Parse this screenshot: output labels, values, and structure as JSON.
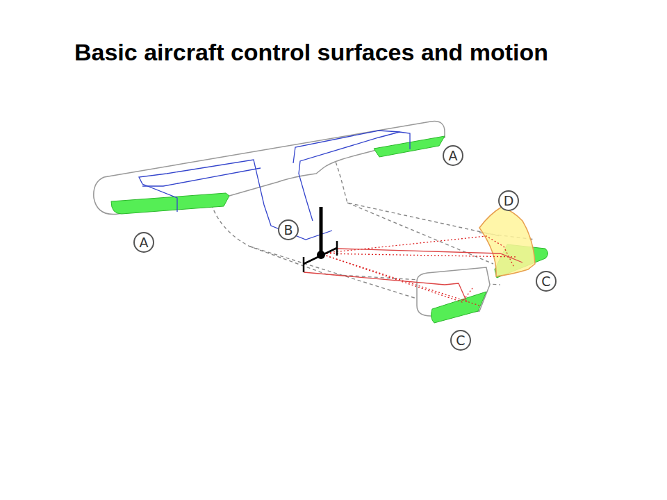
{
  "diagram": {
    "title": "Basic aircraft control surfaces and motion",
    "labels": [
      "A",
      "D",
      "B",
      "A",
      "C",
      "C"
    ]
  }
}
